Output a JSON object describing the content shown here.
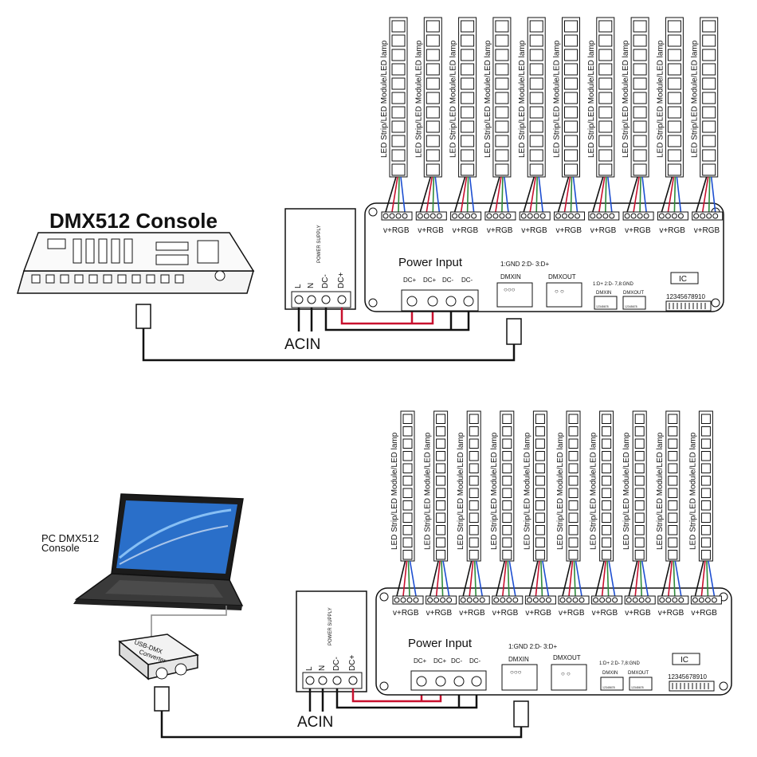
{
  "top": {
    "console_label": "DMX512 Console",
    "psu_label": "POWER SUPPLY",
    "psu_terminals": [
      "L",
      "N",
      "DC-",
      "DC+"
    ],
    "acin_label": "ACIN",
    "power_input_label": "Power  Input",
    "power_terminals": [
      "DC+",
      "DC+",
      "DC-",
      "DC-"
    ],
    "pin_legend": "1:GND  2:D-  3:D+",
    "dmx_in_label": "DMXIN",
    "dmx_out_label": "DMXOUT",
    "small_pin_legend": "1:D+  2:D-  7,8:GND",
    "small_dmx_in": "DMXIN",
    "small_dmx_out": "DMXOUT",
    "small_digits": "12345678",
    "ic_label": "IC",
    "dip_label": "12345678910",
    "channel_label": "v+RGB",
    "strip_label": "LED Strip/LED Module/LED lamp"
  },
  "bottom": {
    "console_label_line1": "PC  DMX512",
    "console_label_line2": "Console",
    "converter_line1": "USB-DMX",
    "converter_line2": "Converter",
    "psu_label": "POWER SUPPLY",
    "psu_terminals": [
      "L",
      "N",
      "DC-",
      "DC+"
    ],
    "acin_label": "ACIN",
    "power_input_label": "Power  Input",
    "power_terminals": [
      "DC+",
      "DC+",
      "DC-",
      "DC-"
    ],
    "pin_legend": "1:GND  2:D-  3:D+",
    "dmx_in_label": "DMXIN",
    "dmx_out_label": "DMXOUT",
    "small_pin_legend": "1:D+  2:D-  7,8:GND",
    "small_dmx_in": "DMXIN",
    "small_dmx_out": "DMXOUT",
    "small_digits": "12345678",
    "ic_label": "IC",
    "dip_label": "12345678910",
    "channel_label": "v+RGB",
    "strip_label": "LED Strip/LED Module/LED lamp"
  },
  "colors": {
    "line": "#111111",
    "wire_red": "#c8102e",
    "wire_green": "#2e8b3a",
    "wire_blue": "#1e4fd1",
    "screen": "#2a6fc9"
  }
}
